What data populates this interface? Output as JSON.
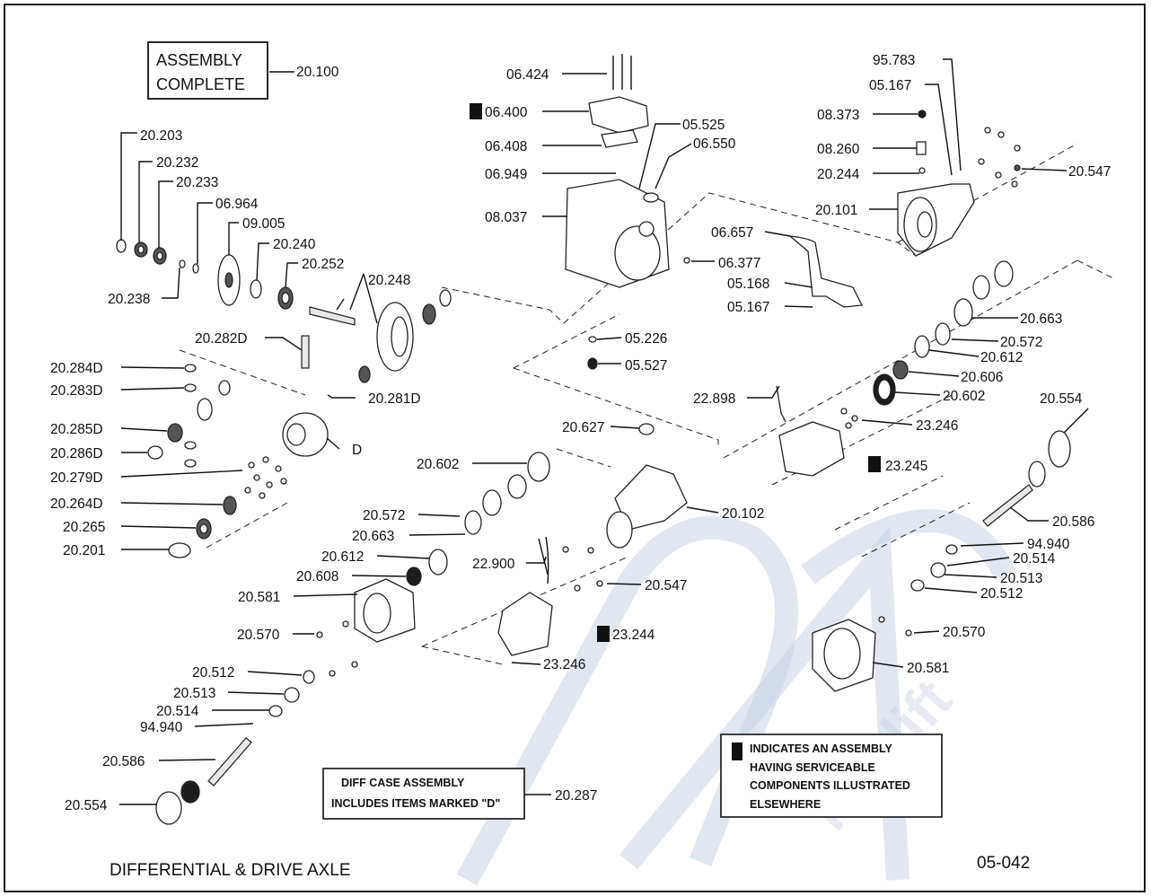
{
  "figure_title": "DIFFERENTIAL & DRIVE AXLE",
  "figure_number": "05-042",
  "assembly_box": {
    "line1": "ASSEMBLY",
    "line2": "COMPLETE",
    "ref": "20.100"
  },
  "diff_case_note": {
    "line1": "DIFF CASE ASSEMBLY",
    "line2": "INCLUDES ITEMS MARKED \"D\"",
    "ref": "20.287"
  },
  "legend": {
    "line1": "INDICATES AN ASSEMBLY",
    "line2": "HAVING SERVICEABLE",
    "line3": "COMPONENTS ILLUSTRATED",
    "line4": "ELSEWHERE"
  },
  "watermark": "forklift",
  "part_labels": {
    "p06_424": "06.424",
    "p06_400": "06.400",
    "p06_408": "06.408",
    "p06_949": "06.949",
    "p08_037": "08.037",
    "p05_525": "05.525",
    "p06_550": "06.550",
    "p06_657": "06.657",
    "p06_377": "06.377",
    "p05_168": "05.168",
    "p05_167a": "05.167",
    "p05_226": "05.226",
    "p05_527": "05.527",
    "p95_783": "95.783",
    "p05_167b": "05.167",
    "p08_373": "08.373",
    "p08_260": "08.260",
    "p20_244": "20.244",
    "p20_101": "20.101",
    "p20_547a": "20.547",
    "p20_203": "20.203",
    "p20_232": "20.232",
    "p20_233": "20.233",
    "p06_964": "06.964",
    "p09_005": "09.005",
    "p20_240": "20.240",
    "p20_252": "20.252",
    "p20_248": "20.248",
    "p20_238": "20.238",
    "p20_282D": "20.282D",
    "p20_284D": "20.284D",
    "p20_283D": "20.283D",
    "p20_285D": "20.285D",
    "p20_286D": "20.286D",
    "p20_279D": "20.279D",
    "p20_264D": "20.264D",
    "p20_265": "20.265",
    "p20_201": "20.201",
    "p20_281D": "20.281D",
    "markD": "D",
    "p20_663a": "20.663",
    "p20_572a": "20.572",
    "p20_612a": "20.612",
    "p20_606": "20.606",
    "p20_602a": "20.602",
    "p22_898": "22.898",
    "p23_246a": "23.246",
    "p23_245": "23.245",
    "p20_554a": "20.554",
    "p20_586a": "20.586",
    "p94_940a": "94.940",
    "p20_514a": "20.514",
    "p20_513a": "20.513",
    "p20_512a": "20.512",
    "p20_570a": "20.570",
    "p20_581a": "20.581",
    "p20_627": "20.627",
    "p20_602b": "20.602",
    "p20_102": "20.102",
    "p20_572b": "20.572",
    "p20_663b": "20.663",
    "p20_612b": "20.612",
    "p20_608": "20.608",
    "p22_900": "22.900",
    "p20_547b": "20.547",
    "p20_581b": "20.581",
    "p20_570b": "20.570",
    "p23_244": "23.244",
    "p23_246b": "23.246",
    "p20_512b": "20.512",
    "p20_513b": "20.513",
    "p20_514b": "20.514",
    "p94_940b": "94.940",
    "p20_586b": "20.586",
    "p20_554b": "20.554"
  }
}
